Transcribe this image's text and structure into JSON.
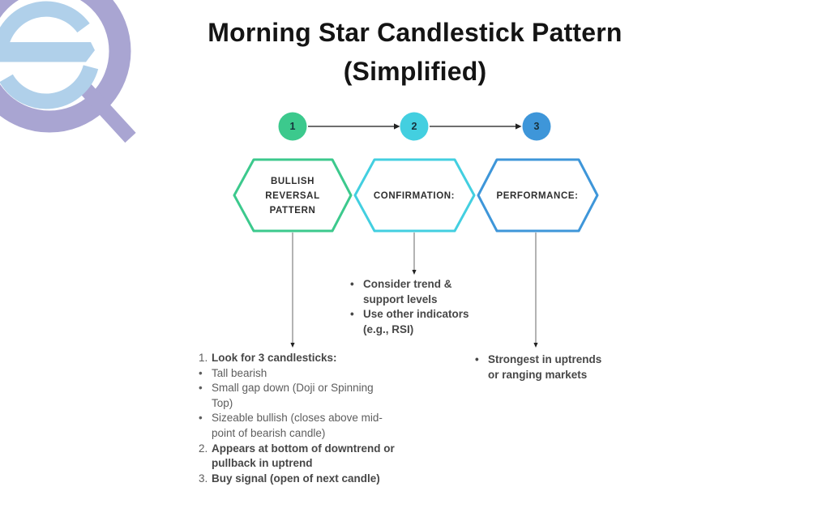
{
  "title": {
    "line1": "Morning Star Candlestick Pattern",
    "line2": "(Simplified)"
  },
  "steps": [
    {
      "number": "1",
      "label": "BULLISH REVERSAL PATTERN",
      "color": "#3cc98d"
    },
    {
      "number": "2",
      "label": "CONFIRMATION:",
      "color": "#43cfe0"
    },
    {
      "number": "3",
      "label": "PERFORMANCE:",
      "color": "#3e96d9"
    }
  ],
  "lists": {
    "pattern": {
      "items": [
        {
          "marker": "1.",
          "text": "Look for 3 candlesticks:",
          "bold": true
        },
        {
          "marker": "•",
          "text": "Tall bearish",
          "bold": false
        },
        {
          "marker": "•",
          "text": "Small gap down (Doji or Spinning\nTop)",
          "bold": false
        },
        {
          "marker": "•",
          "text": "Sizeable bullish (closes above mid-\npoint of bearish candle)",
          "bold": false
        },
        {
          "marker": "2.",
          "text": "Appears at bottom of downtrend or\npullback in uptrend",
          "bold": true
        },
        {
          "marker": "3.",
          "text": "Buy signal (open of next candle)",
          "bold": true
        }
      ]
    },
    "confirmation": {
      "items": [
        {
          "marker": "•",
          "text": "Consider trend &\nsupport levels",
          "bold": true
        },
        {
          "marker": "•",
          "text": "Use other indicators\n(e.g., RSI)",
          "bold": true
        }
      ]
    },
    "performance": {
      "items": [
        {
          "marker": "•",
          "text": "Strongest in uptrends\nor ranging markets",
          "bold": true
        }
      ]
    }
  },
  "logo": {
    "name": "SQ monogram logo",
    "s_color": "#b0d0ea",
    "q_color": "#a9a5d2"
  },
  "colors": {
    "connector_line": "#3f3f3f",
    "drop_line": "#8a8a8a",
    "arrowhead": "#222222",
    "title_text": "#141414",
    "bold_text": "#474747",
    "regular_text": "#5d5d5d"
  }
}
